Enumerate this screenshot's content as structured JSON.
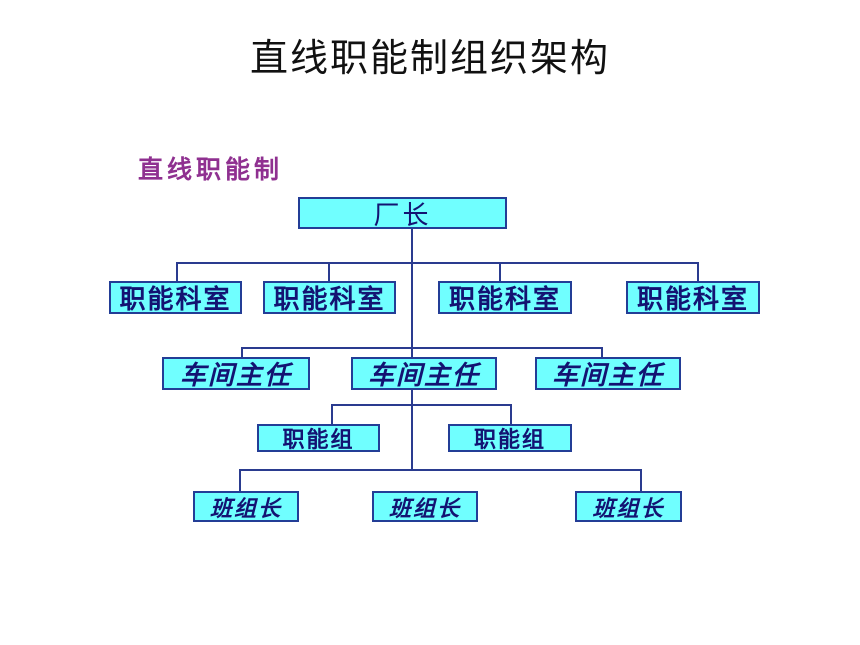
{
  "page": {
    "title": "直线职能制组织架构",
    "diagram_label": "直线职能制"
  },
  "org_chart": {
    "type": "org-tree",
    "root": "厂长",
    "functional_offices": [
      "职能科室",
      "职能科室",
      "职能科室",
      "职能科室"
    ],
    "workshop_directors": [
      "车间主任",
      "车间主任",
      "车间主任"
    ],
    "functional_groups": [
      "职能组",
      "职能组"
    ],
    "team_leaders": [
      "班组长",
      "班组长",
      "班组长"
    ],
    "hierarchy": [
      "厂长 → 职能科室 ×4",
      "厂长 → 车间主任 ×3",
      "车间主任(中) → 职能组 ×2",
      "车间主任(中) → 班组长 ×3"
    ],
    "colors": {
      "box_fill": "#70FFFF",
      "box_border": "#233D96",
      "box_text": "#131372",
      "connector_line": "#2A3B8F",
      "diagram_label": "#8F3090",
      "title_text": "#111111",
      "background": "#FFFFFF"
    }
  }
}
